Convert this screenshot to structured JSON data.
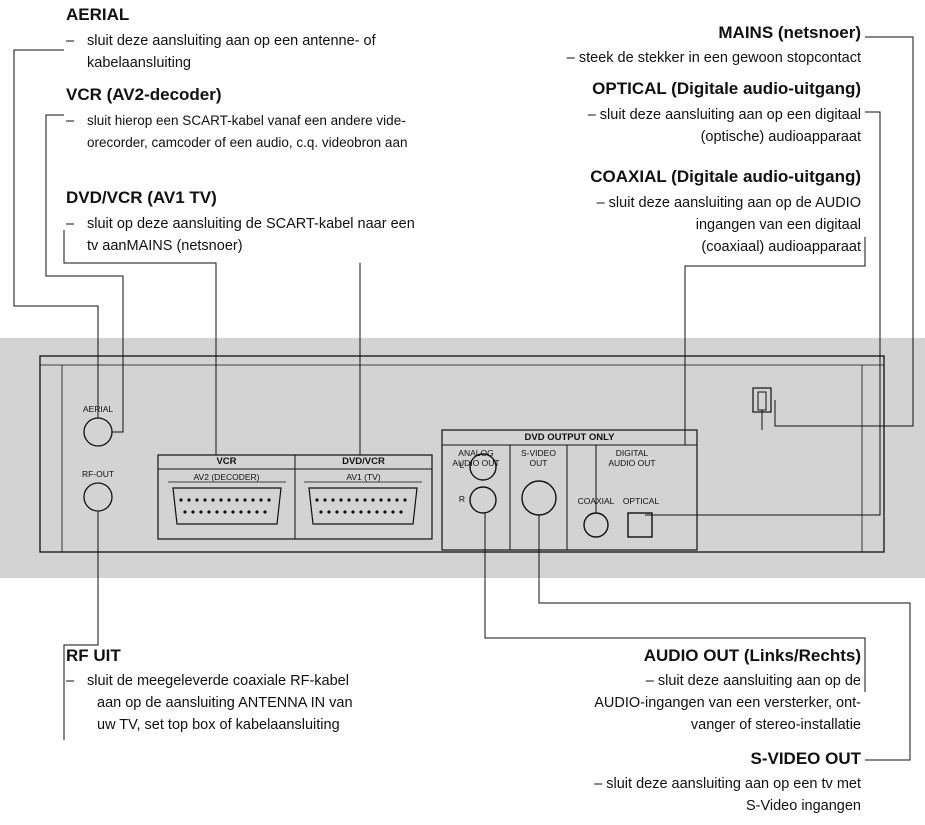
{
  "aerial": {
    "title": "AERIAL",
    "dash": "–",
    "line1": "sluit deze aansluiting aan op een antenne- of",
    "line2": "kabelaansluiting"
  },
  "vcr": {
    "title": "VCR (AV2-decoder)",
    "dash": "–",
    "line1": "sluit hierop een SCART-kabel vanaf een andere vide-",
    "line2": "orecorder, camcoder of een audio, c.q. videobron aan"
  },
  "dvdvcr": {
    "title": "DVD/VCR (AV1 TV)",
    "dash": "–",
    "line1": "sluit op deze aansluiting de SCART-kabel naar een",
    "line2": "tv aanMAINS (netsnoer)"
  },
  "mains": {
    "title": "MAINS (netsnoer)",
    "line1": "– steek de stekker in een gewoon stopcontact"
  },
  "optical": {
    "title": "OPTICAL (Digitale audio-uitgang)",
    "line1": "– sluit deze aansluiting aan op een digitaal",
    "line2": "(optische) audioapparaat"
  },
  "coaxial": {
    "title": "COAXIAL (Digitale audio-uitgang)",
    "line1": "– sluit deze aansluiting aan op de AUDIO",
    "line2": "ingangen van een digitaal",
    "line3": "(coaxiaal) audioapparaat"
  },
  "rfuit": {
    "title": "RF UIT",
    "dash": "–",
    "line1": "sluit de meegeleverde coaxiale RF-kabel",
    "line2": "aan op de aansluiting ANTENNA IN van",
    "line3": "uw TV, set top box of kabelaansluiting"
  },
  "audioout": {
    "title": "AUDIO OUT  (Links/Rechts)",
    "line1": "– sluit deze aansluiting aan op de",
    "line2": "AUDIO-ingangen van een versterker, ont-",
    "line3": "vanger of stereo-installatie"
  },
  "svideoout": {
    "title": "S-VIDEO OUT",
    "line1": "– sluit deze aansluiting aan op een tv met",
    "line2": "S-Video ingangen"
  },
  "panel": {
    "aerial": "AERIAL",
    "rf_out": "RF-OUT",
    "vcr": "VCR",
    "av2": "AV2 (DECODER)",
    "dvdvcr": "DVD/VCR",
    "av1": "AV1 (TV)",
    "dvd_output_only": "DVD OUTPUT ONLY",
    "analog1": "ANALOG",
    "analog2": "AUDIO OUT",
    "svideo1": "S-VIDEO",
    "svideo2": "OUT",
    "digital1": "DIGITAL",
    "digital2": "AUDIO OUT",
    "left": "L",
    "right": "R",
    "coaxial": "COAXIAL",
    "optical": "OPTICAL"
  }
}
